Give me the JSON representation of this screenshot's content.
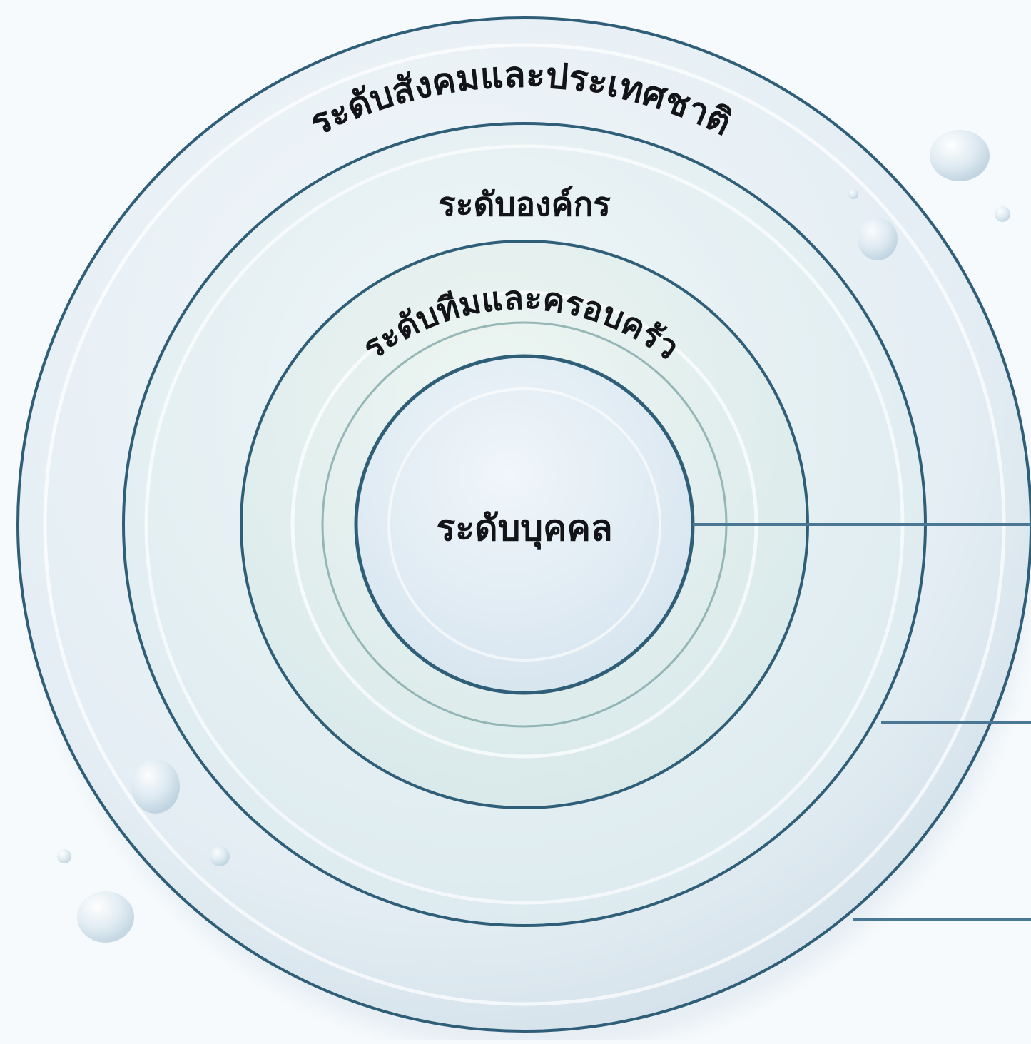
{
  "diagram": {
    "levels": [
      {
        "id": "society",
        "label": "ระดับสังคมและประเทศชาติ"
      },
      {
        "id": "organization",
        "label": "ระดับองค์กร"
      },
      {
        "id": "team",
        "label": "ระดับทีมและครอบครัว"
      },
      {
        "id": "individual",
        "label": "ระดับบุคคล"
      }
    ]
  },
  "colors": {
    "ring_stroke": "#2f5f78",
    "ring_fill_outer": "#eaf2f7",
    "ring_fill_inner": "#d9e8f0",
    "label_text": "#121417",
    "background": "#f7fafc"
  }
}
